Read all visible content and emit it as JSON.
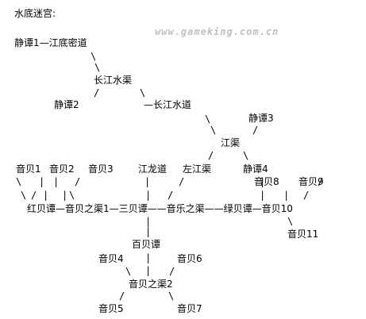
{
  "page_title": "水底迷宫:",
  "watermark": "www.gameking.com.cn",
  "colors": {
    "text": "#000000",
    "background": "#ffffff",
    "watermark": "#bfbfbf"
  },
  "lines": {
    "l1": "静谭1—江底密道",
    "l2": "\\",
    "l3": "\\",
    "l4": "长江水渠",
    "l5": "/",
    "l6": "\\",
    "l7": "静谭2",
    "l8": "—长江水道",
    "l9": "\\",
    "l10": "\\",
    "l11": "静谭3",
    "l12": "/",
    "l13": "江渠",
    "l14": "/",
    "l15": "\\",
    "l16": "音贝1",
    "l17": "音贝2",
    "l18": "音贝3",
    "l19": "江龙道",
    "l20": "左江渠",
    "l21": "静谭4",
    "l22": "音贝8",
    "l23": "音贝9",
    "l24": "\\",
    "l25": "|",
    "l26": "|",
    "l27": "/",
    "l28": "|",
    "l29": "/",
    "l30": "|",
    "l31": "/",
    "l32": "\\",
    "l33": "/",
    "l34": "|",
    "l35": "|",
    "l36": "\\",
    "l37": "|",
    "l38": "/",
    "l39": "|",
    "l40": "|",
    "l41": "/",
    "l42": "红贝谭—音贝之渠1—三贝谭——音乐之渠——绿贝谭—音贝10",
    "l43": "\\",
    "l44": "|",
    "l45": "音贝11",
    "l46": "百贝谭",
    "l47": "音贝4",
    "l48": "音贝6",
    "l49": "\\",
    "l50": "|",
    "l51": "/",
    "l52": "音贝之渠2",
    "l53": "/",
    "l54": "\\",
    "l55": "音贝5",
    "l56": "音贝7"
  }
}
